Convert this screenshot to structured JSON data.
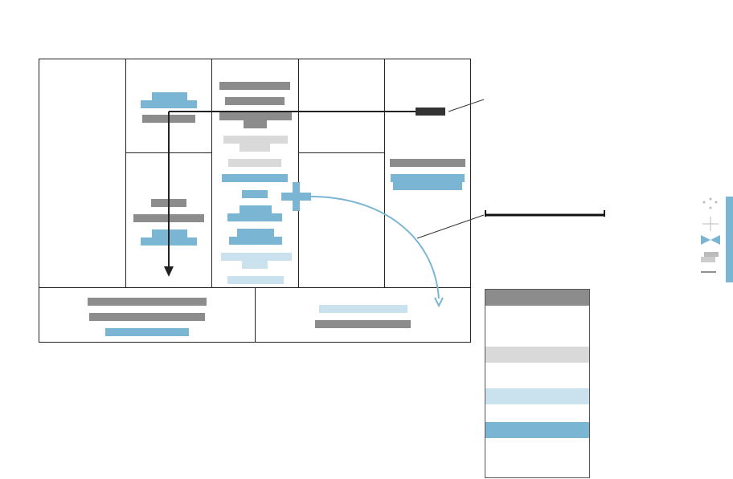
{
  "diagram": {
    "title": "",
    "colors": {
      "gray": "#8c8c8c",
      "blue": "#7ab6d3",
      "light_gray": "#d9d9d9",
      "light_blue": "#c9e2ee",
      "dark": "#333333",
      "curve": "#7ab6d3"
    }
  },
  "side_toolbar": {
    "icons": [
      "dots-icon",
      "plus-icon",
      "bowtie-icon",
      "stack-icon",
      "line-icon"
    ]
  },
  "legend": {
    "rows": [
      "gray",
      "light_gray",
      "light_blue",
      "blue"
    ]
  }
}
